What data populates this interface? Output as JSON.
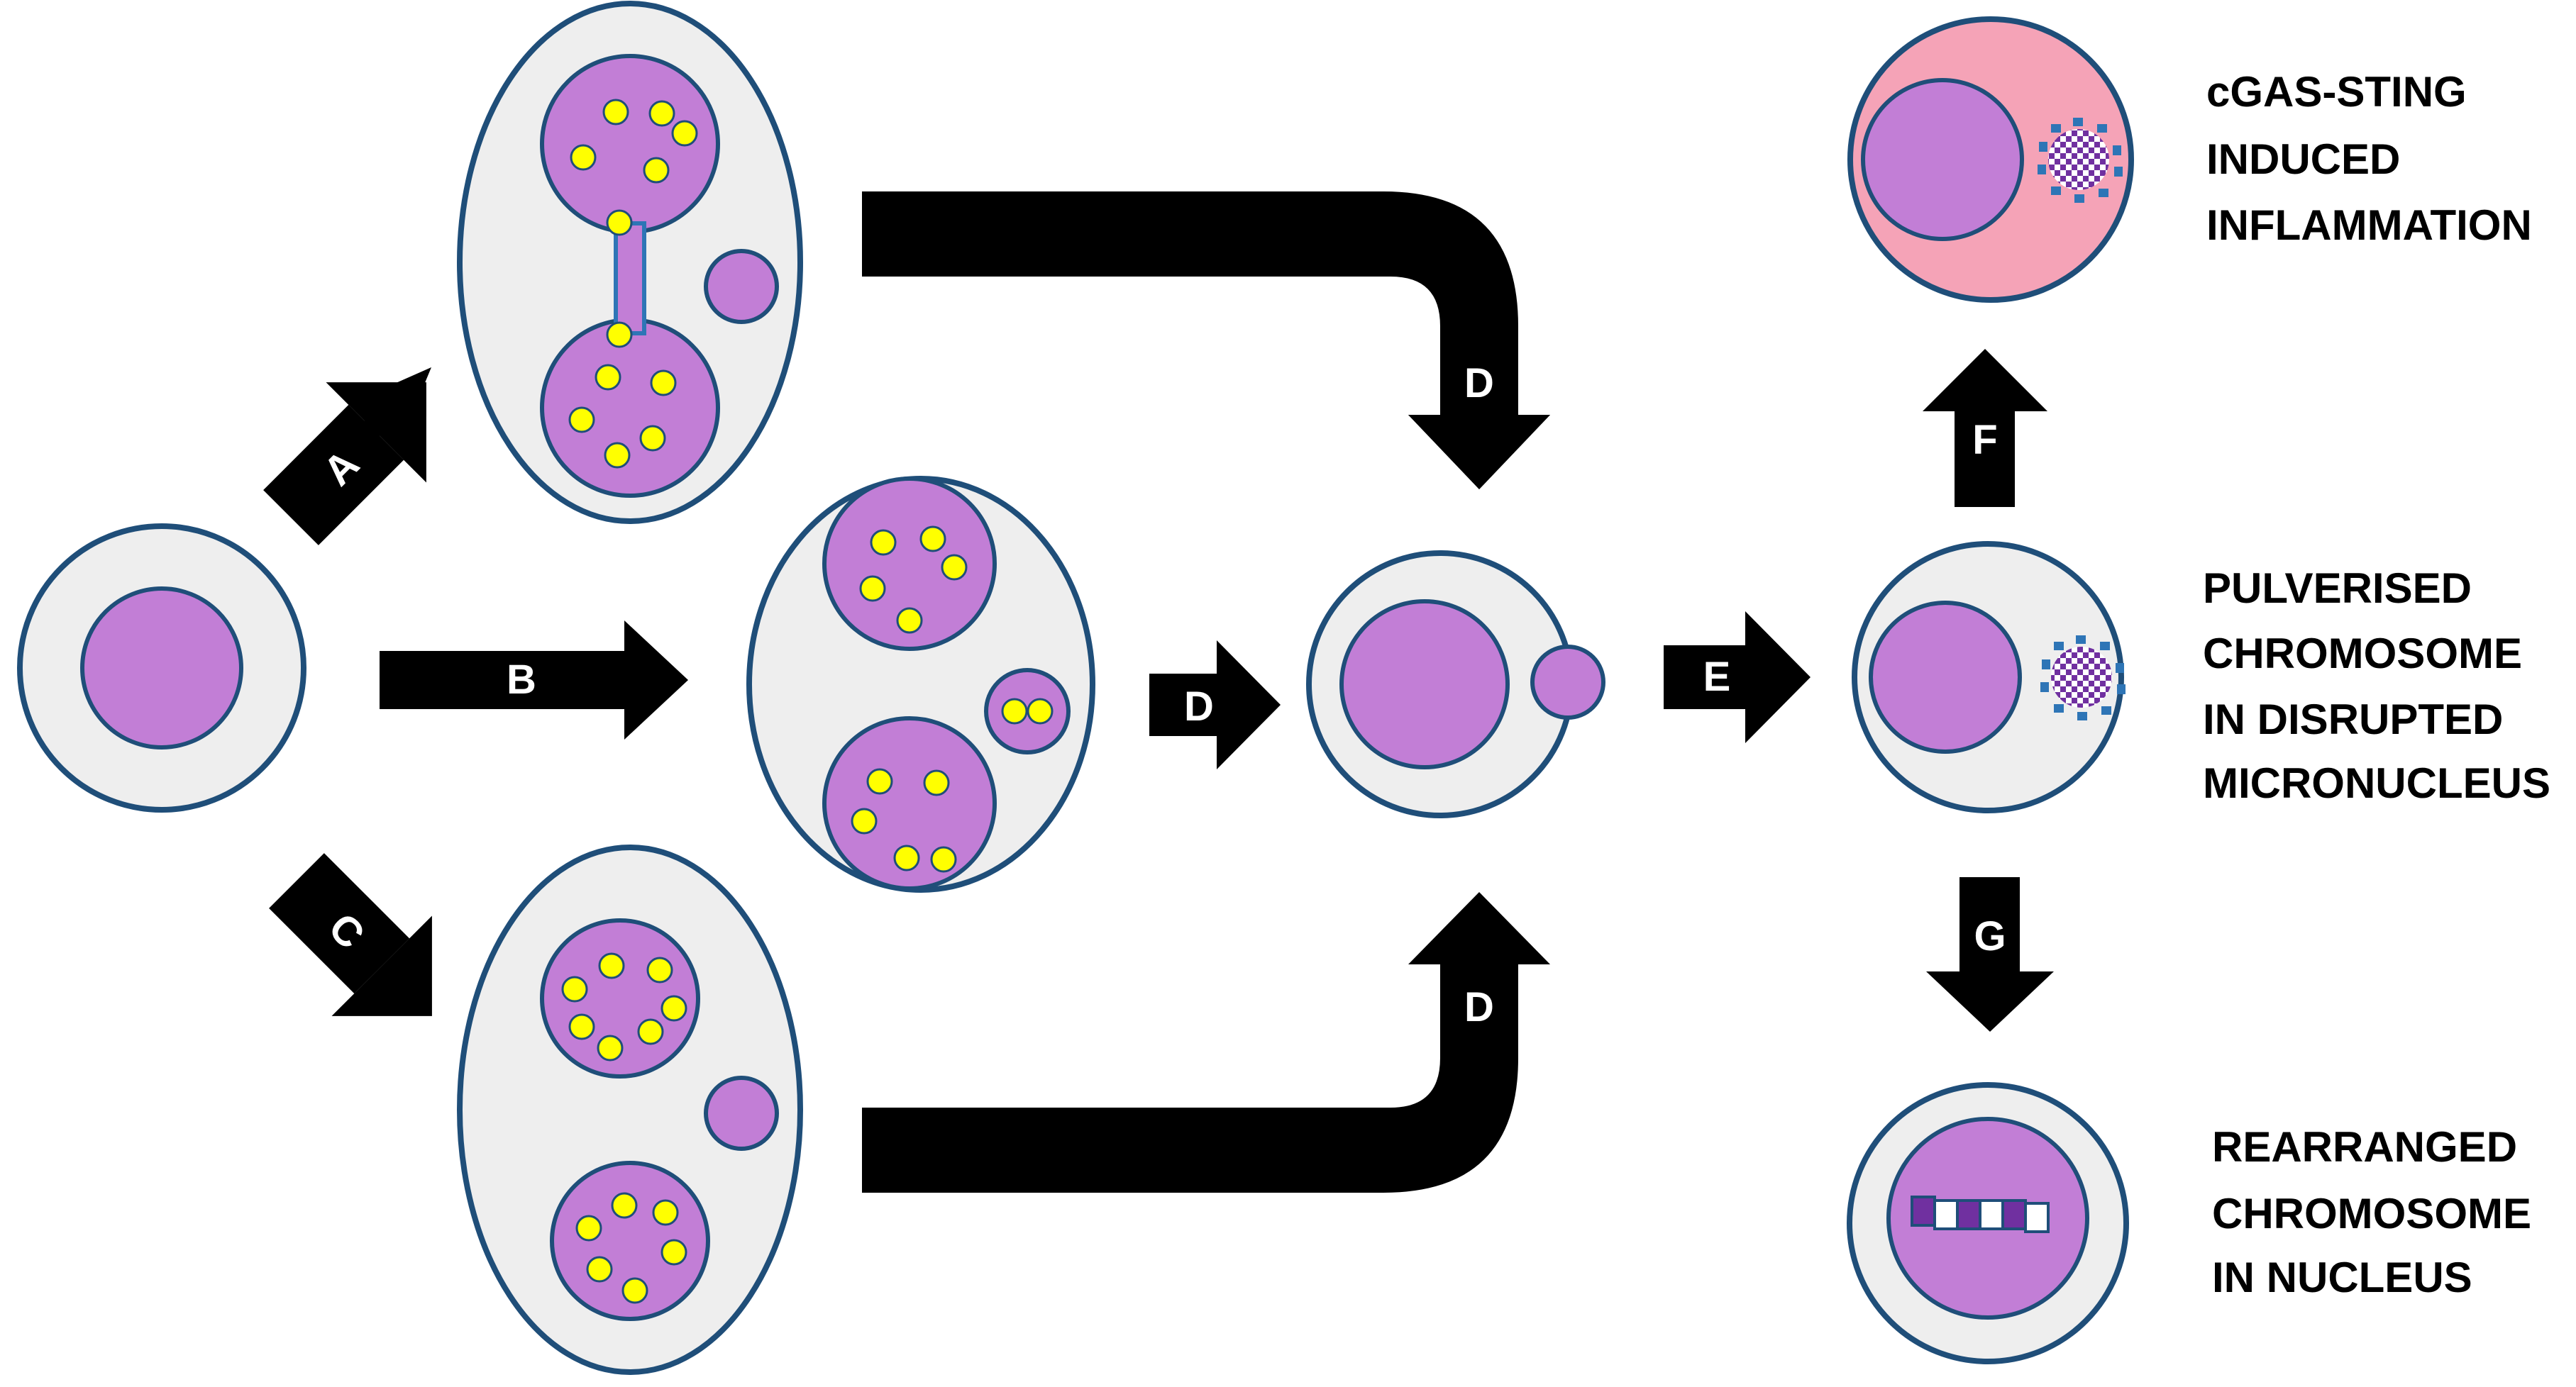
{
  "arrows": {
    "a": "A",
    "b": "B",
    "c": "C",
    "d_top": "D",
    "d_mid": "D",
    "d_bottom": "D",
    "e": "E",
    "f": "F",
    "g": "G"
  },
  "outcomes": {
    "inflammation": [
      "cGAS-STING",
      "INDUCED",
      "INFLAMMATION"
    ],
    "pulverised": [
      "PULVERISED",
      "CHROMOSOME",
      "IN DISRUPTED",
      "MICRONUCLEUS"
    ],
    "rearranged": [
      "REARRANGED",
      "CHROMOSOME",
      "IN NUCLEUS"
    ]
  },
  "colors": {
    "cell_fill": "#eeeeee",
    "cell_stroke": "#1f4e79",
    "nucleus": "#c27ed6",
    "chromosome_dot": "#ffff00",
    "inflamed_cytoplasm": "#f5a3b7",
    "fragment_dots": "#2e75b6",
    "chromosome_band_dark": "#7030a0",
    "chromosome_band_light": "#ffffff"
  }
}
